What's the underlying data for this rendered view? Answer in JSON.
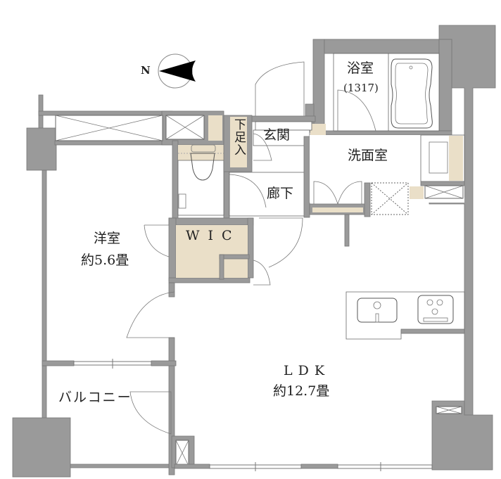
{
  "plan": {
    "compass": {
      "label": "N",
      "icon": "north-arrow-icon"
    },
    "colors": {
      "wall": "#999999",
      "wall_outline": "#6e6e6e",
      "storage": "#eadfc8",
      "floor": "#ffffff",
      "line": "#555555"
    },
    "rooms": {
      "bathroom": {
        "name": "浴室",
        "size_code": "(1317)"
      },
      "entrance": {
        "name": "玄関"
      },
      "shoe_closet": {
        "name": "下足入"
      },
      "washroom": {
        "name": "洗面室"
      },
      "hallway": {
        "name": "廊下"
      },
      "western_room": {
        "name": "洋室",
        "area": "約5.6畳"
      },
      "wic": {
        "name": "WIC"
      },
      "ldk": {
        "name": "LDK",
        "area": "約12.7畳"
      },
      "balcony": {
        "name": "バルコニー"
      }
    },
    "fixtures": [
      "toilet-icon",
      "bathtub-icon",
      "sink-icon",
      "stove-icon",
      "washbasin-icon",
      "washing-machine-pan-icon"
    ]
  }
}
